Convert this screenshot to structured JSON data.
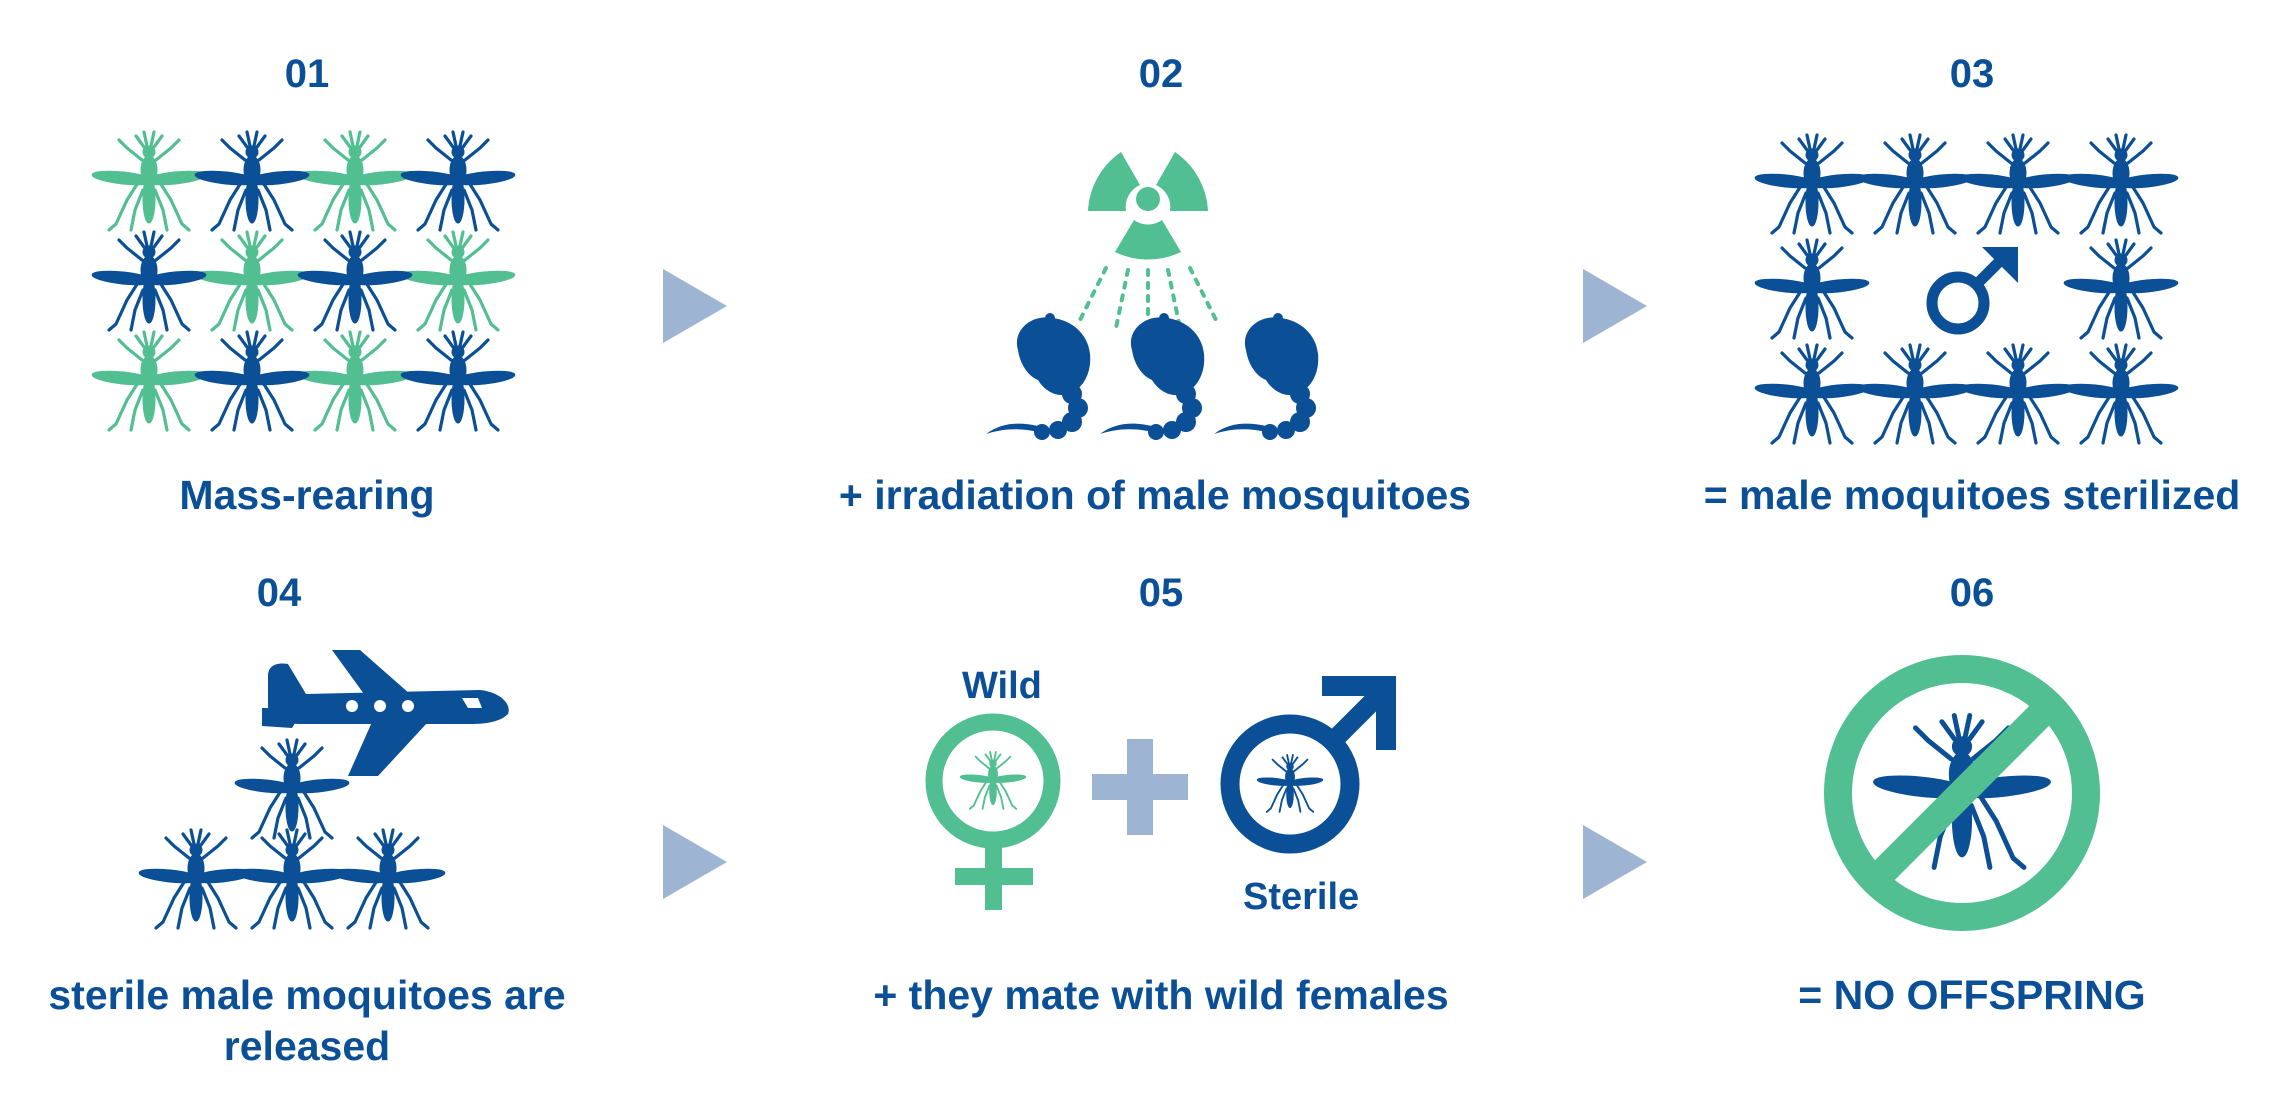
{
  "palette": {
    "blue": "#0b4f96",
    "green": "#52bf92",
    "arrow": "#9db5d3"
  },
  "steps": [
    {
      "number": "01",
      "caption": "Mass-rearing"
    },
    {
      "number": "02",
      "caption": "+ irradiation of male mosquitoes"
    },
    {
      "number": "03",
      "caption": "= male moquitoes sterilized"
    },
    {
      "number": "04",
      "caption": "sterile male moquitoes are released"
    },
    {
      "number": "05",
      "caption": "+ they mate with wild females"
    },
    {
      "number": "06",
      "caption": "= NO OFFSPRING"
    }
  ],
  "labels": {
    "wild": "Wild",
    "sterile": "Sterile"
  },
  "icons": {
    "mass_rearing": [
      "mosquito-icon",
      "green",
      "blue",
      "green",
      "blue",
      "blue",
      "green",
      "blue",
      "green",
      "green",
      "blue",
      "green",
      "blue"
    ],
    "irradiation": [
      "radiation-icon",
      "ray-icon",
      "pupa-icon"
    ],
    "sterilized": [
      "mosquito-icon",
      "male-symbol-icon"
    ],
    "release": [
      "airplane-icon",
      "mosquito-icon"
    ],
    "mating": [
      "female-symbol-icon",
      "plus-icon",
      "male-symbol-icon"
    ],
    "no_offspring": [
      "prohibition-icon",
      "mosquito-icon"
    ],
    "flow": [
      "arrow-right-icon"
    ]
  }
}
